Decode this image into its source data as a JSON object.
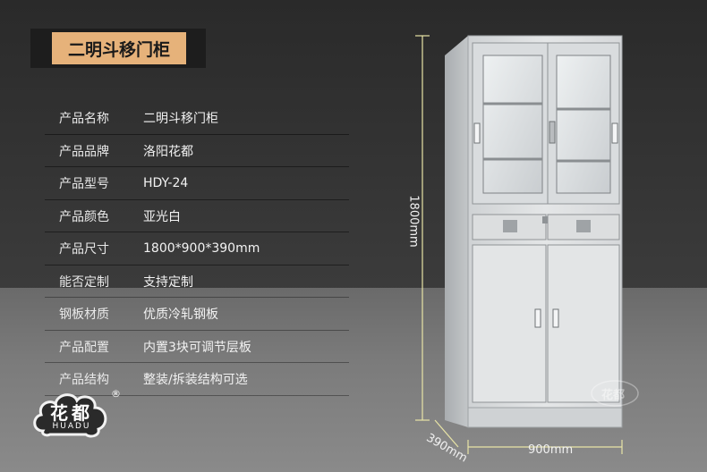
{
  "title": "二明斗移门柜",
  "specs": [
    {
      "label": "产品名称",
      "value": "二明斗移门柜"
    },
    {
      "label": "产品品牌",
      "value": "洛阳花都"
    },
    {
      "label": "产品型号",
      "value": "HDY-24"
    },
    {
      "label": "产品颜色",
      "value": "亚光白"
    },
    {
      "label": "产品尺寸",
      "value": "1800*900*390mm"
    },
    {
      "label": "能否定制",
      "value": "支持定制"
    },
    {
      "label": "钢板材质",
      "value": "优质冷轧钢板"
    },
    {
      "label": "产品配置",
      "value": "内置3块可调节层板"
    },
    {
      "label": "产品结构",
      "value": "整装/拆装结构可选"
    }
  ],
  "dimensions": {
    "height": "1800mm",
    "width": "900mm",
    "depth": "390mm"
  },
  "logo": {
    "cn": "花都",
    "en": "HUADU",
    "reg": "®"
  },
  "watermark": "花都",
  "colors": {
    "accent": "#e6b27a",
    "dim_line": "#e8e4a6"
  }
}
